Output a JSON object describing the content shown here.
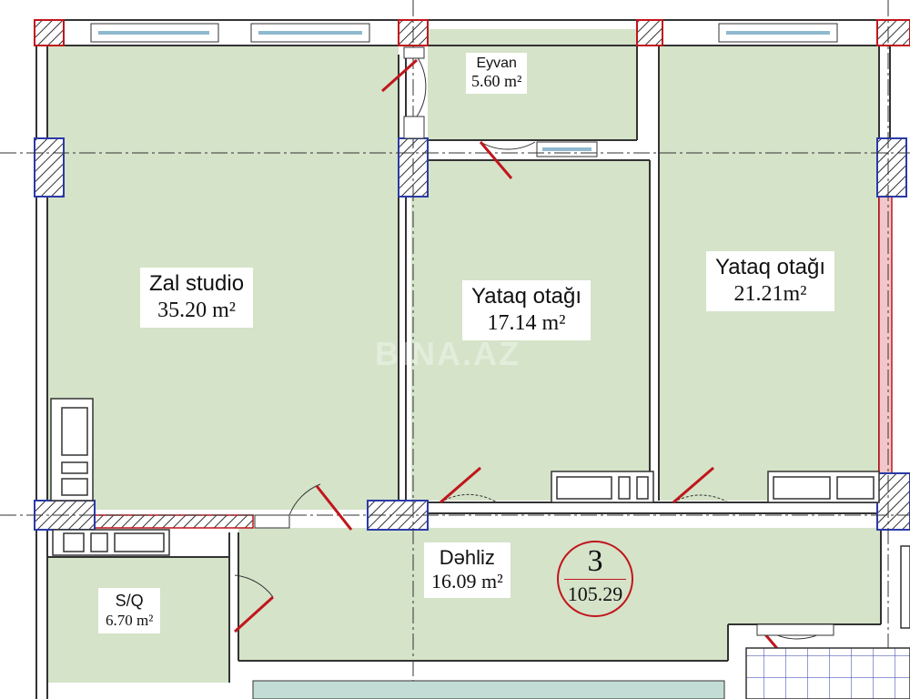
{
  "rooms": {
    "balcony": {
      "name": "Eyvan",
      "area": "5.60 m²"
    },
    "living": {
      "name": "Zal studio",
      "area": "35.20 m²"
    },
    "bedroom1": {
      "name": "Yataq otağı",
      "area": "17.14 m²"
    },
    "bedroom2": {
      "name": "Yataq otağı",
      "area": "21.21m²"
    },
    "hall": {
      "name": "Dəhliz",
      "area": "16.09 m²"
    },
    "bath": {
      "name": "S/Q",
      "area": "6.70 m²"
    }
  },
  "apartment": {
    "number": "3",
    "total_area": "105.29"
  },
  "watermark": "BINA.AZ",
  "colors": {
    "floor": "#d5e3c9",
    "wall": "#333333",
    "column_border_red": "#c0161c",
    "column_border_blue": "#2b3aa8",
    "door_swing": "#c0161c",
    "window": "#8fb9cf"
  }
}
